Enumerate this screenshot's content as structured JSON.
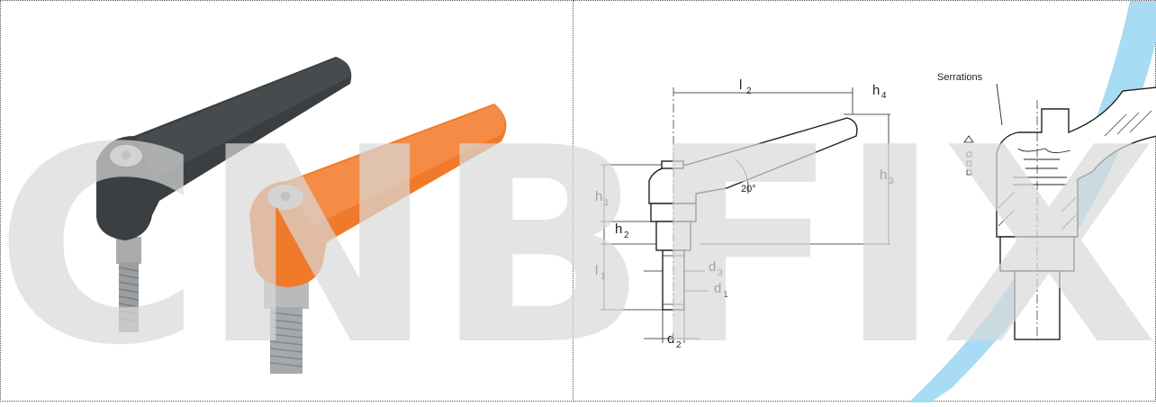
{
  "watermark": {
    "text": "CNBFIX",
    "color": "#d9d9d9"
  },
  "photo": {
    "lever_dark_color": "#3b3f41",
    "lever_orange_color": "#f07a2a",
    "screw_color": "#b5b7b9"
  },
  "drawing": {
    "accent_swoosh_color": "#a8dcf5",
    "labels": {
      "l2": "l",
      "l2_sub": "2",
      "h4": "h",
      "h4_sub": "4",
      "h3": "h",
      "h3_sub": "3",
      "h1": "h",
      "h1_sub": "1",
      "h2": "h",
      "h2_sub": "2",
      "l1": "l",
      "l1_sub": "1",
      "d3": "d",
      "d3_sub": "3",
      "d1": "d",
      "d1_sub": "1",
      "d2": "d",
      "d2_sub": "2",
      "angle": "20°"
    },
    "serrations": "Serrations"
  }
}
